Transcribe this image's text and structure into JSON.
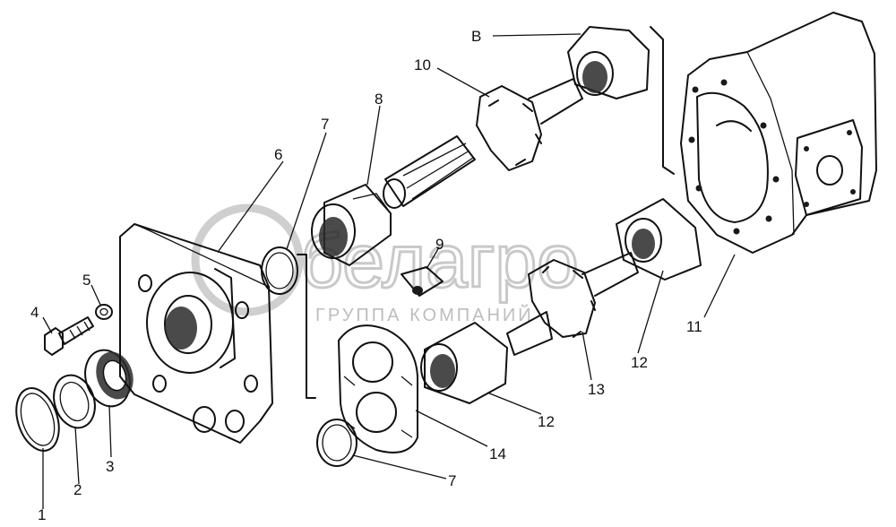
{
  "watermark": {
    "brand": "белагро",
    "tagline": "ГРУППА КОМПАНИЙ",
    "color": "#c9c9c9"
  },
  "labels": [
    "1",
    "2",
    "3",
    "4",
    "5",
    "6",
    "7",
    "8",
    "9",
    "10",
    "В",
    "11",
    "12",
    "12",
    "13",
    "14",
    "7"
  ],
  "colors": {
    "ink": "#111111",
    "background": "#ffffff"
  }
}
